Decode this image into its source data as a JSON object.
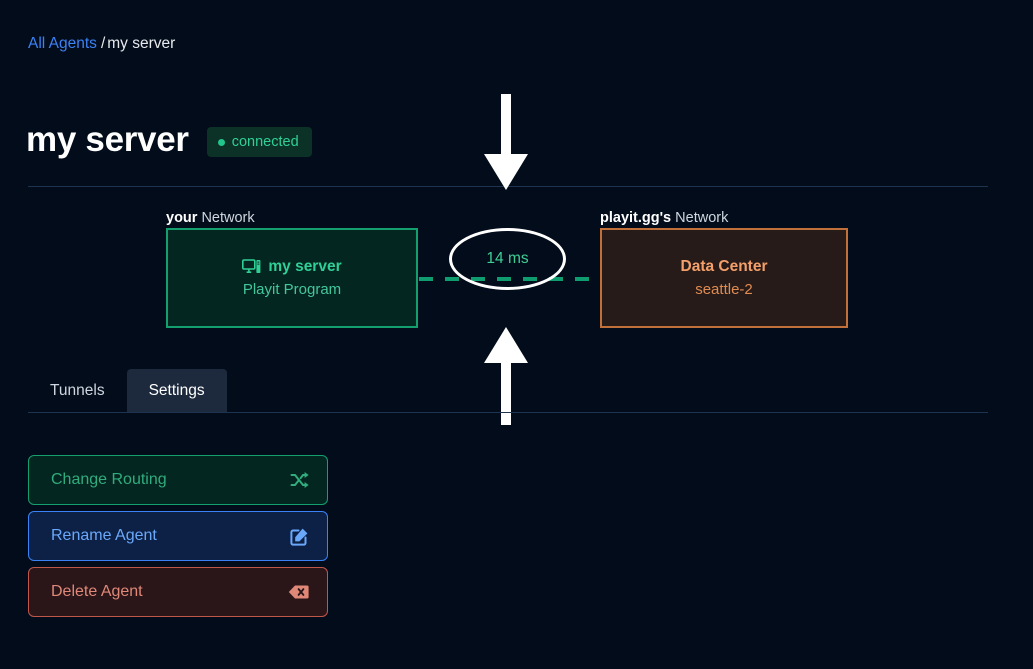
{
  "breadcrumb": {
    "link_label": "All Agents",
    "separator": "/",
    "current": "my server"
  },
  "header": {
    "title": "my server",
    "status_label": "connected",
    "status_color": "#2fd096",
    "status_bg": "#0c3227"
  },
  "diagram": {
    "left_label_strong": "your",
    "left_label_rest": " Network",
    "right_label_strong": "playit.gg's",
    "right_label_rest": " Network",
    "left_node": {
      "icon": "desktop-computer-icon",
      "title": "my server",
      "subtitle": "Playit Program",
      "border_color": "#13a06e",
      "bg_color": "#042620"
    },
    "right_node": {
      "title": "Data Center",
      "subtitle": "seattle-2",
      "border_color": "#c2703a",
      "bg_color": "#261b19"
    },
    "latency": "14 ms",
    "latency_color": "#3fcf95",
    "link_color": "#0f9d6f",
    "arrow_down_icon": "arrow-down-icon",
    "arrow_up_icon": "arrow-up-icon",
    "arrow_color": "#ffffff"
  },
  "tabs": [
    {
      "label": "Tunnels",
      "active": false
    },
    {
      "label": "Settings",
      "active": true
    }
  ],
  "actions": [
    {
      "label": "Change Routing",
      "icon": "shuffle-icon",
      "accent": "#13a06e"
    },
    {
      "label": "Rename Agent",
      "icon": "edit-pencil-icon",
      "accent": "#3b82f6"
    },
    {
      "label": "Delete Agent",
      "icon": "backspace-delete-icon",
      "accent": "#c0584a"
    }
  ]
}
